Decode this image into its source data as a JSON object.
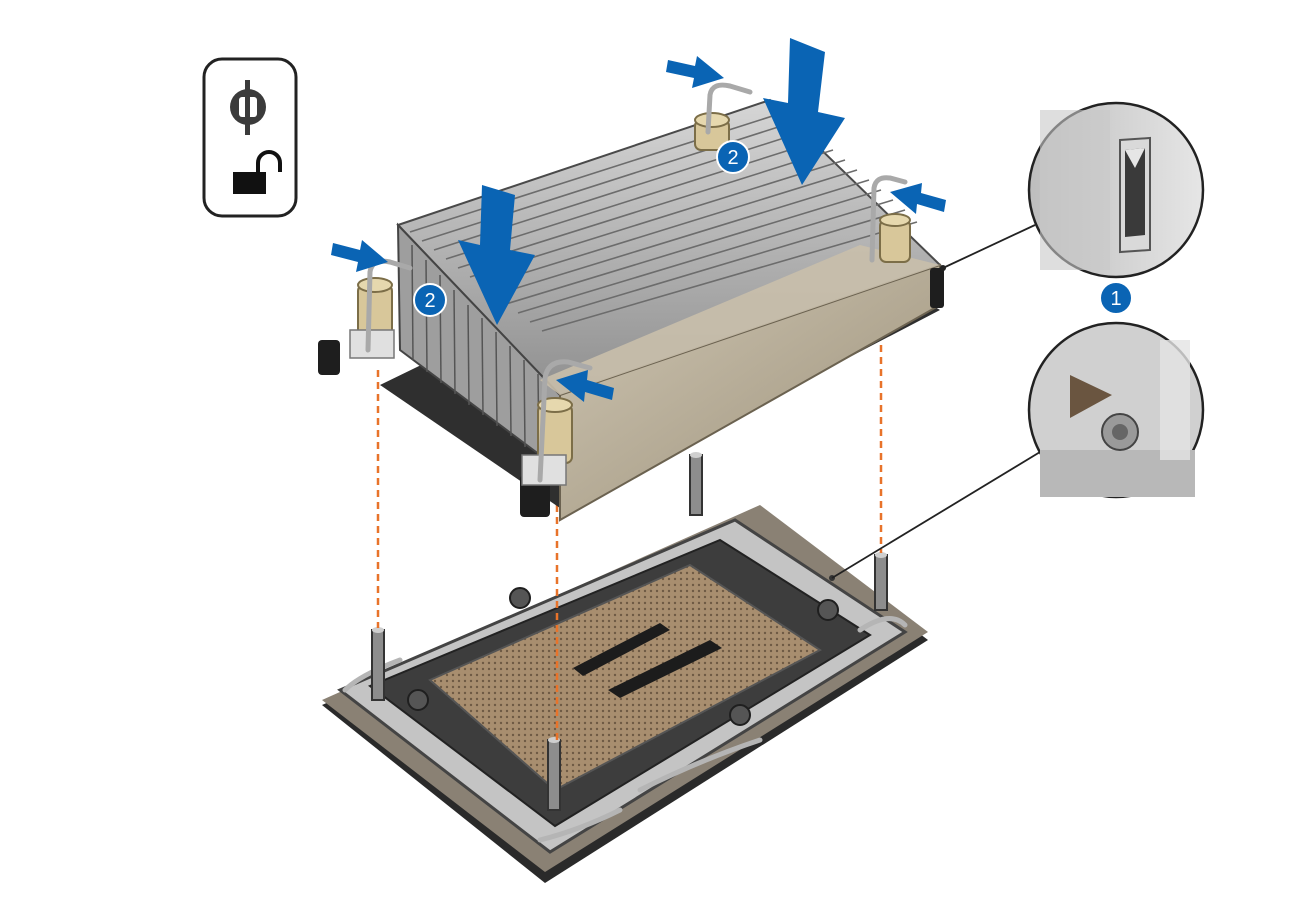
{
  "legend_box": {
    "top_icon": "torx-screwdriver-icon",
    "bottom_icon": "unlock-padlock-icon"
  },
  "callouts": {
    "one": "1",
    "two_left": "2",
    "two_top": "2"
  },
  "colors": {
    "arrow_blue": "#0a64b4",
    "callout_blue": "#0a64b4",
    "guide_orange": "#e8732a",
    "heatsink_gray": "#b9b9b9",
    "shroud_tan": "#b5ab97",
    "nut_tan": "#d8c79a",
    "socket_copper": "#a88e6f",
    "frame_dark": "#3a3a3a"
  }
}
